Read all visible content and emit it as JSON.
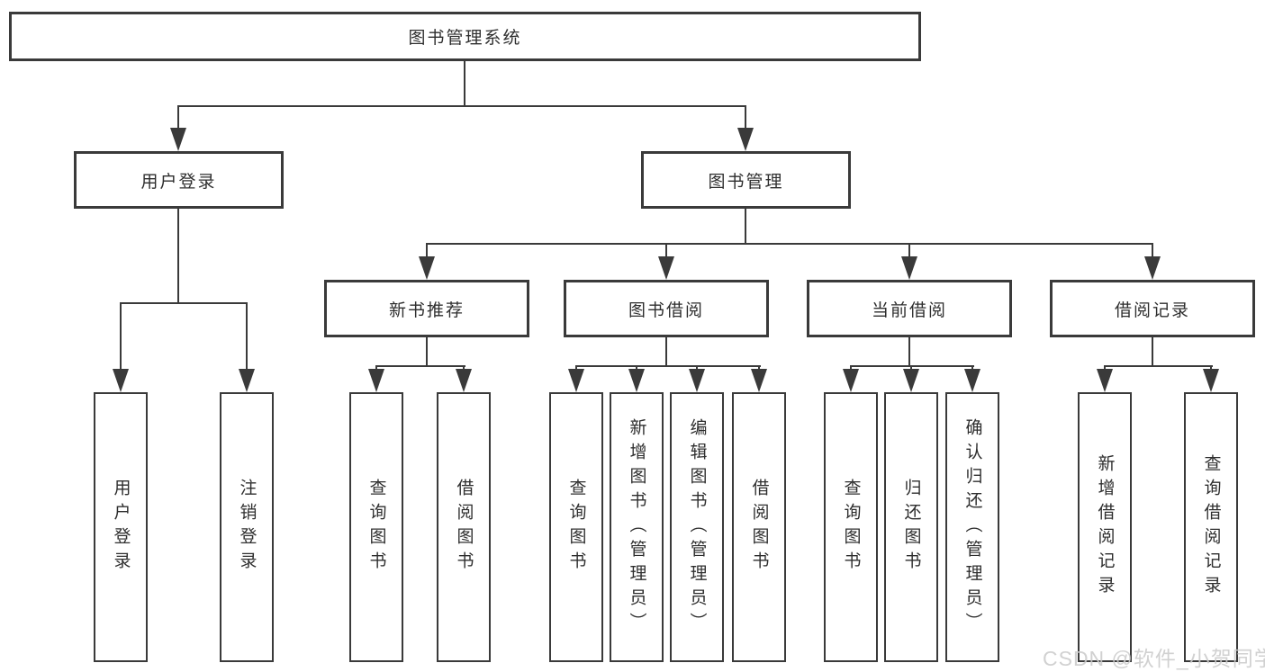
{
  "diagram": {
    "title": "图书管理系统",
    "level2": {
      "user_login": "用户登录",
      "book_mgmt": "图书管理"
    },
    "level3": {
      "new_books": "新书推荐",
      "book_borrow": "图书借阅",
      "current_borrow": "当前借阅",
      "borrow_records": "借阅记录"
    },
    "leaves": {
      "user_login": [
        "用户登录",
        "注销登录"
      ],
      "new_books": [
        "查询图书",
        "借阅图书"
      ],
      "book_borrow": [
        "查询图书",
        "新增图书（管理员）",
        "编辑图书（管理员）",
        "借阅图书"
      ],
      "current_borrow": [
        "查询图书",
        "归还图书",
        "确认归还（管理员）"
      ],
      "borrow_records": [
        "新增借阅记录",
        "查询借阅记录"
      ]
    }
  },
  "watermark": "CSDN @软件_小贺同学",
  "colors": {
    "line": "#3a3a3a",
    "text": "#2e2e2e",
    "background": "#ffffff",
    "watermark": "#cbcbcb"
  }
}
